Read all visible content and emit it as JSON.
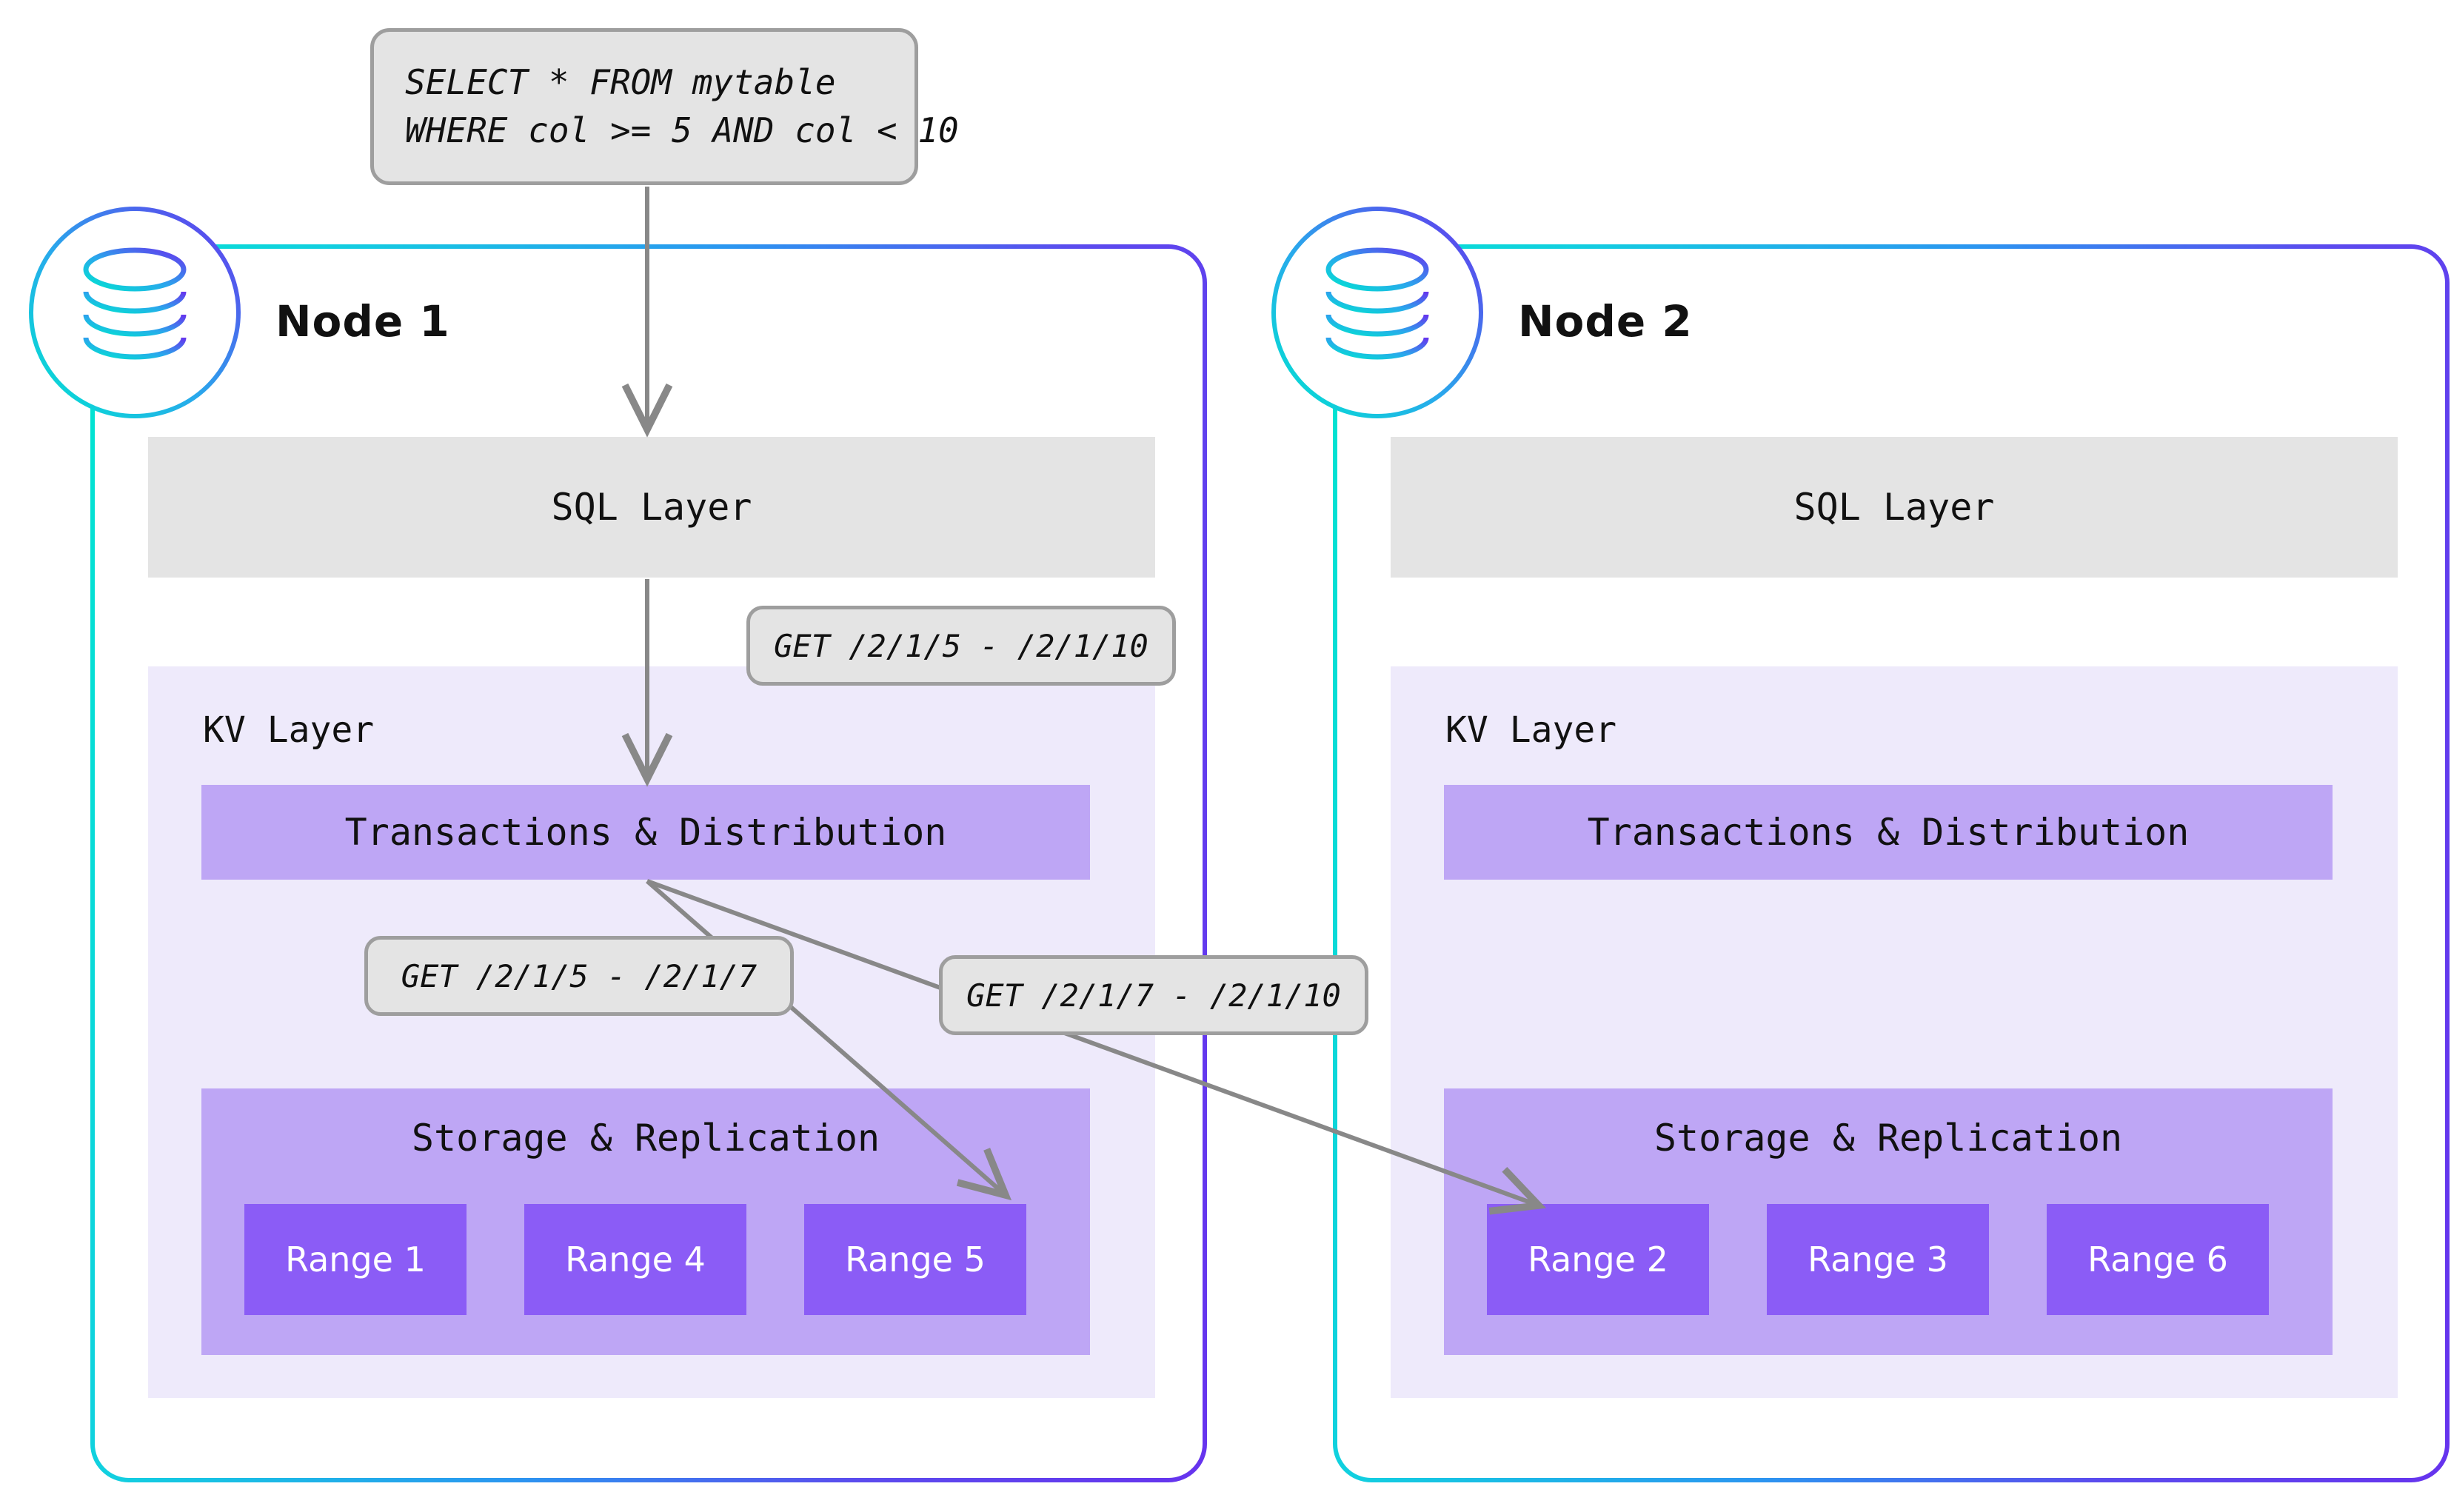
{
  "query": {
    "line1": "SELECT * FROM mytable",
    "line2": "WHERE col >= 5 AND col < 10"
  },
  "colors": {
    "gradient_start": "#00E5D0",
    "gradient_end": "#6633EE",
    "sql_layer_bg": "#E4E4E4",
    "kv_layer_bg": "#EEEAFB",
    "component_bar_bg": "#BEA6F5",
    "range_bg": "#8B5CF6",
    "arrow": "#888888",
    "pill_bg": "#E4E4E4",
    "pill_border": "#9E9E9E"
  },
  "nodes": [
    {
      "title": "Node 1",
      "db_icon": "database-cylinder-icon",
      "sql_layer": "SQL Layer",
      "kv_layer": "KV Layer",
      "transactions": "Transactions & Distribution",
      "storage": "Storage & Replication",
      "ranges": [
        "Range 1",
        "Range 4",
        "Range 5"
      ]
    },
    {
      "title": "Node 2",
      "db_icon": "database-cylinder-icon",
      "sql_layer": "SQL Layer",
      "kv_layer": "KV Layer",
      "transactions": "Transactions & Distribution",
      "storage": "Storage & Replication",
      "ranges": [
        "Range 2",
        "Range 3",
        "Range 6"
      ]
    }
  ],
  "callouts": [
    {
      "id": "get-full",
      "text": "GET /2/1/5 - /2/1/10"
    },
    {
      "id": "get-left",
      "text": "GET /2/1/5 - /2/1/7"
    },
    {
      "id": "get-right",
      "text": "GET /2/1/7 - /2/1/10"
    }
  ]
}
